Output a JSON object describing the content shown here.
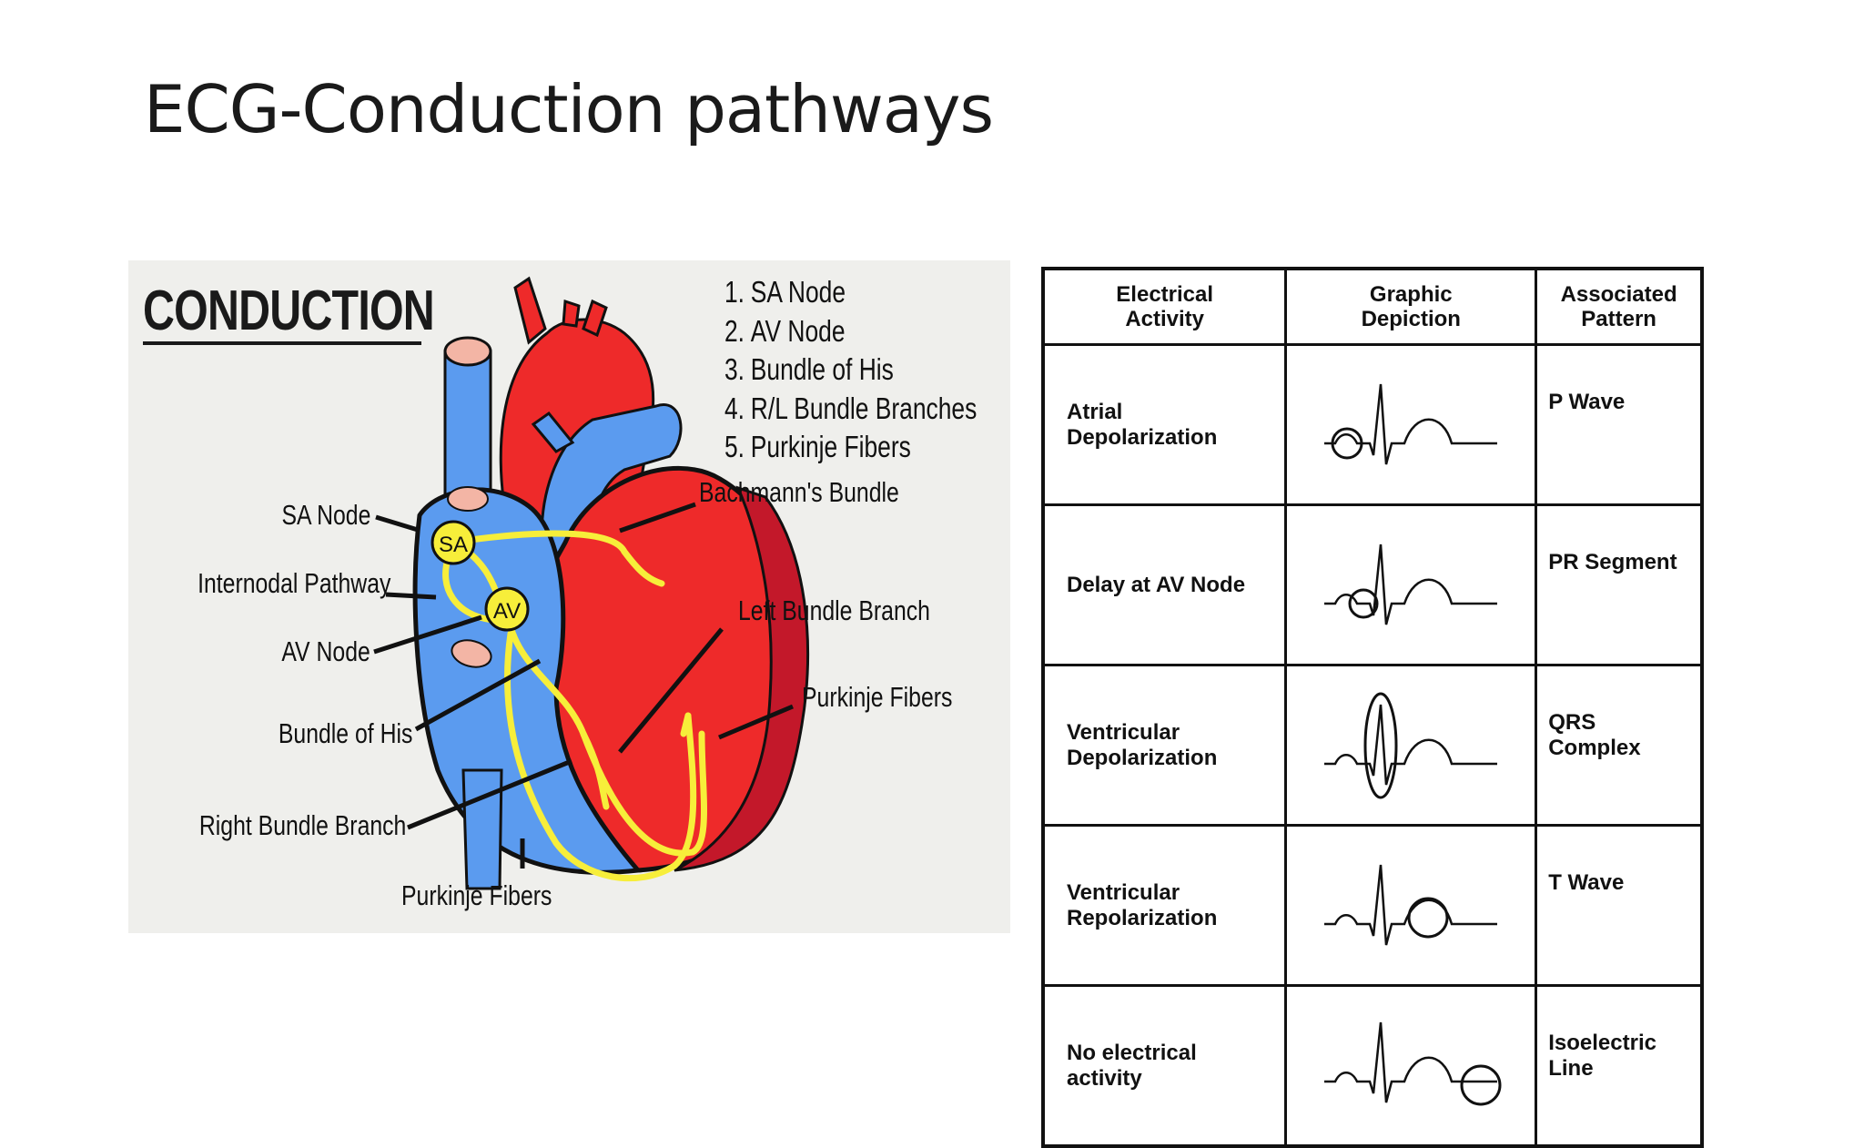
{
  "slide": {
    "title": "ECG-Conduction pathways"
  },
  "diagram": {
    "heading": "CONDUCTION",
    "legend": [
      {
        "num": "1.",
        "label": "SA Node"
      },
      {
        "num": "2.",
        "label": "AV Node"
      },
      {
        "num": "3.",
        "label": "Bundle of His"
      },
      {
        "num": "4.",
        "label": "R/L Bundle Branches"
      },
      {
        "num": "5.",
        "label": "Purkinje Fibers"
      }
    ],
    "node_labels": {
      "sa": "SA",
      "av": "AV"
    },
    "callouts": {
      "sa_node": "SA Node",
      "internodal_pathway": "Internodal Pathway",
      "av_node": "AV Node",
      "bundle_of_his": "Bundle of His",
      "right_bundle_branch": "Right Bundle Branch",
      "purkinje_bottom": "Purkinje Fibers",
      "bachmanns_bundle": "Bachmann's Bundle",
      "left_bundle_branch": "Left Bundle Branch",
      "purkinje_right": "Purkinje Fibers"
    },
    "colors": {
      "blue": "#5b9bef",
      "red": "#ee2a2a",
      "dark_red": "#c3182a",
      "yellow": "#f7ee3a",
      "pink": "#f3b5a5",
      "background": "#efefec"
    }
  },
  "table": {
    "headers": [
      "Electrical\nActivity",
      "Graphic\nDepiction",
      "Associated\nPattern"
    ],
    "rows": [
      {
        "activity": "Atrial\nDepolarization",
        "highlight": "p-wave-circle",
        "pattern": "P Wave"
      },
      {
        "activity": "Delay at AV Node",
        "highlight": "pr-segment-circle",
        "pattern": "PR Segment"
      },
      {
        "activity": "Ventricular\nDepolarization",
        "highlight": "qrs-complex-ellipse",
        "pattern": "QRS\nComplex"
      },
      {
        "activity": "Ventricular\nRepolarization",
        "highlight": "t-wave-circle",
        "pattern": "T Wave"
      },
      {
        "activity": "No electrical\nactivity",
        "highlight": "isoelectric-line-circle",
        "pattern": "Isoelectric\nLine"
      }
    ]
  }
}
